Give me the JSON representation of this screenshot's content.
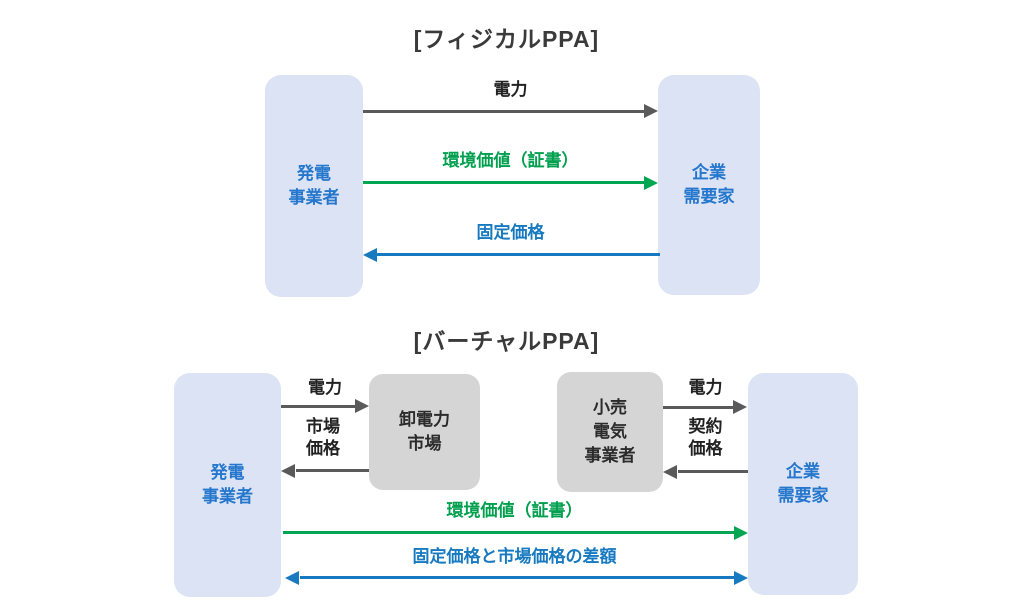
{
  "colors": {
    "background": "#ffffff",
    "box_blue_fill": "#dce3f4",
    "box_blue_text": "#2577cd",
    "box_gray_fill": "#d5d5d5",
    "box_gray_text": "#2b2b2b",
    "arrow_gray": "#5a5a5a",
    "arrow_green": "#00a651",
    "arrow_blue": "#1779c0",
    "title_text": "#3a3a3a"
  },
  "physical": {
    "title": "[フィジカルPPA]",
    "generator_label": "発電\n事業者",
    "consumer_label": "企業\n需要家",
    "flow_power": "電力",
    "flow_certificate": "環境価値（証書）",
    "flow_fixed_price": "固定価格"
  },
  "virtual": {
    "title": "[バーチャルPPA]",
    "generator_label": "発電\n事業者",
    "wholesale_market_label": "卸電力\n市場",
    "retailer_label": "小売\n電気\n事業者",
    "consumer_label": "企業\n需要家",
    "flow_power_left": "電力",
    "flow_market_price": "市場\n価格",
    "flow_power_right": "電力",
    "flow_contract_price": "契約\n価格",
    "flow_certificate": "環境価値（証書）",
    "flow_settlement": "固定価格と市場価格の差額"
  }
}
